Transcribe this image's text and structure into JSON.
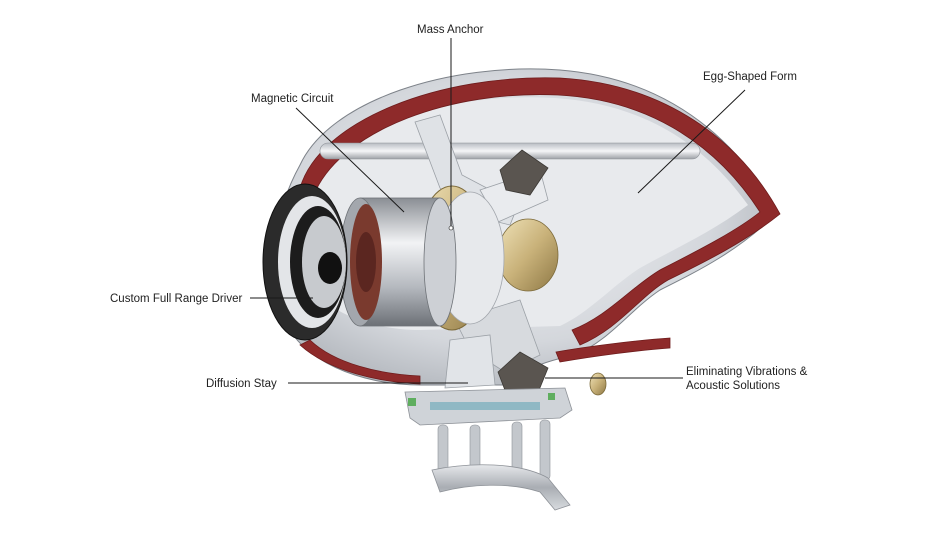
{
  "labels": {
    "mass_anchor": "Mass Anchor",
    "egg_shaped_form": "Egg-Shaped Form",
    "magnetic_circuit": "Magnetic Circuit",
    "custom_full_range_driver": "Custom Full Range Driver",
    "diffusion_stay": "Diffusion Stay",
    "eliminating_vibrations_line1": "Eliminating Vibrations &",
    "eliminating_vibrations_line2": "Acoustic Solutions"
  },
  "colors": {
    "shell_cut": "#8e2a2a",
    "shell_silver": "#c9ccd1",
    "brass": "#c9b27a",
    "driver_dark": "#1c1c1c",
    "damper": "#5a5550",
    "magnet": "#7a3a2e"
  }
}
